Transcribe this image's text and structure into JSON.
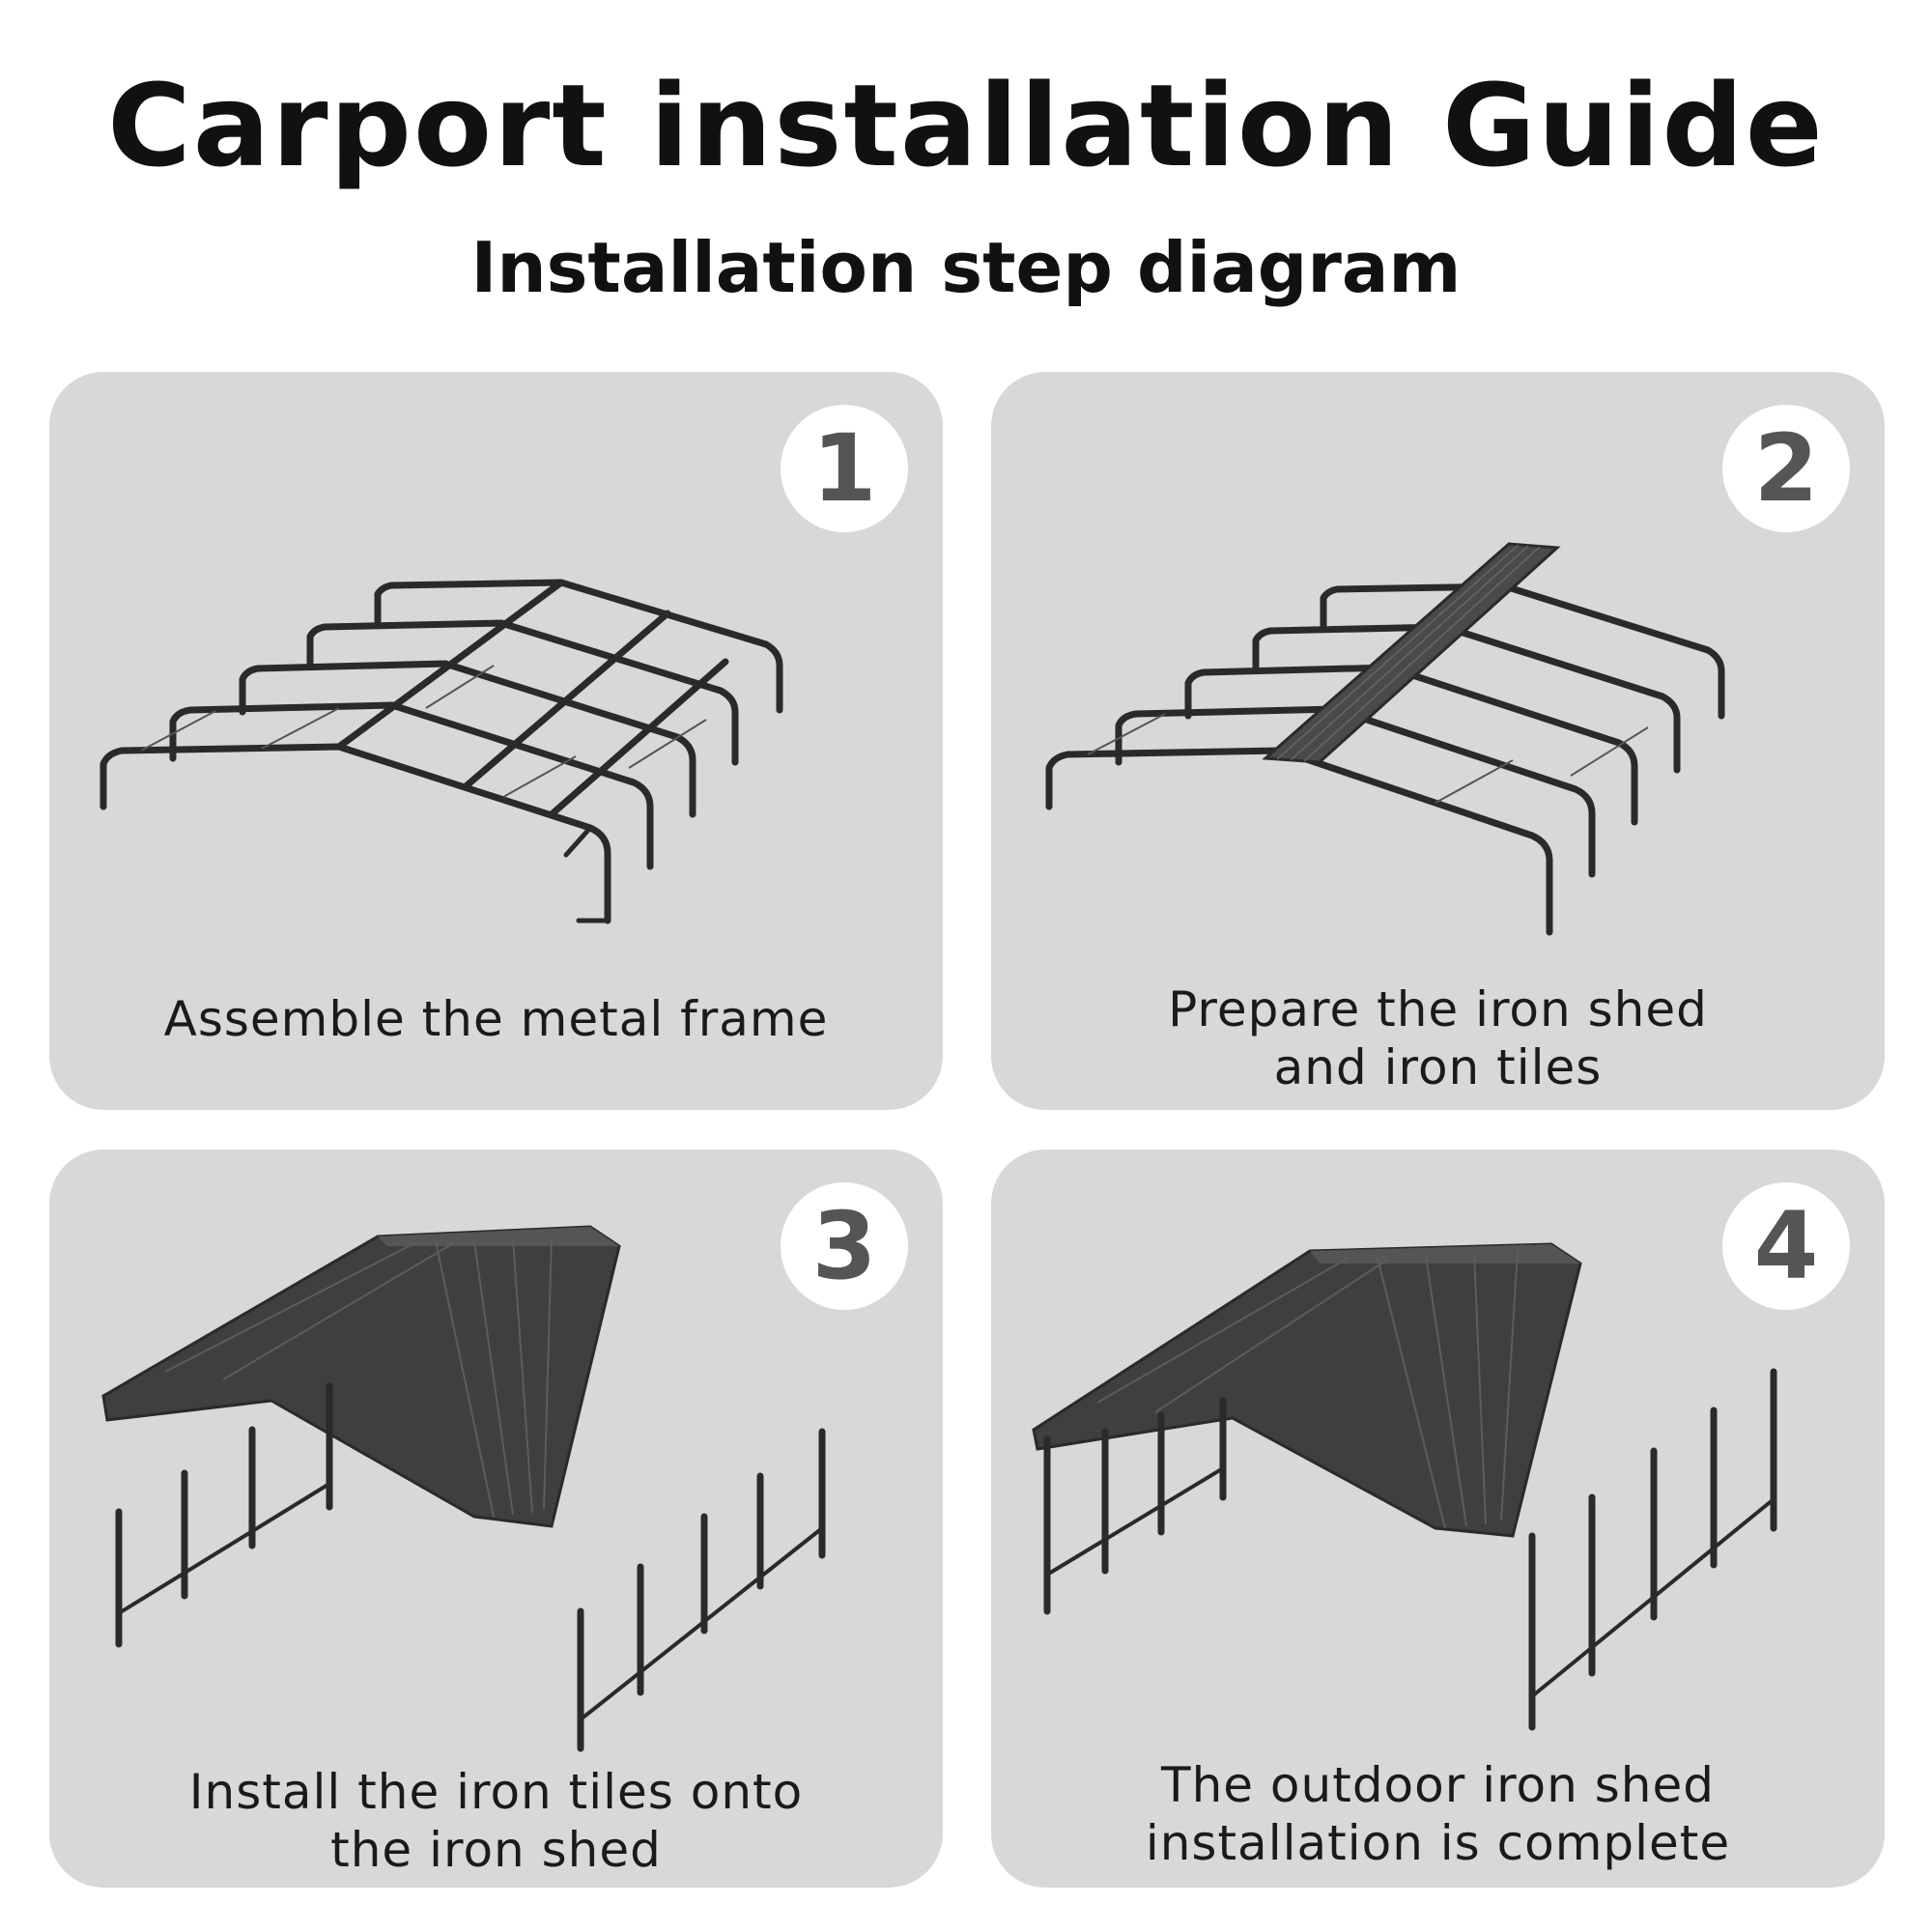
{
  "header": {
    "title": "Carport installation Guide",
    "subtitle": "Installation step diagram"
  },
  "steps": [
    {
      "number": "1",
      "caption_lines": [
        "Assemble the metal frame"
      ]
    },
    {
      "number": "2",
      "caption_lines": [
        "Prepare the iron shed",
        "and iron tiles"
      ]
    },
    {
      "number": "3",
      "caption_lines": [
        "Install the iron tiles onto",
        "the iron shed"
      ]
    },
    {
      "number": "4",
      "caption_lines": [
        "The outdoor iron shed",
        "installation is complete"
      ]
    }
  ],
  "colors": {
    "panel_background": "#d8d8d8",
    "badge_background": "#ffffff",
    "badge_text": "#555555",
    "frame_metal": "#2a2a2a",
    "roof_panel": "#3f3f3f"
  }
}
